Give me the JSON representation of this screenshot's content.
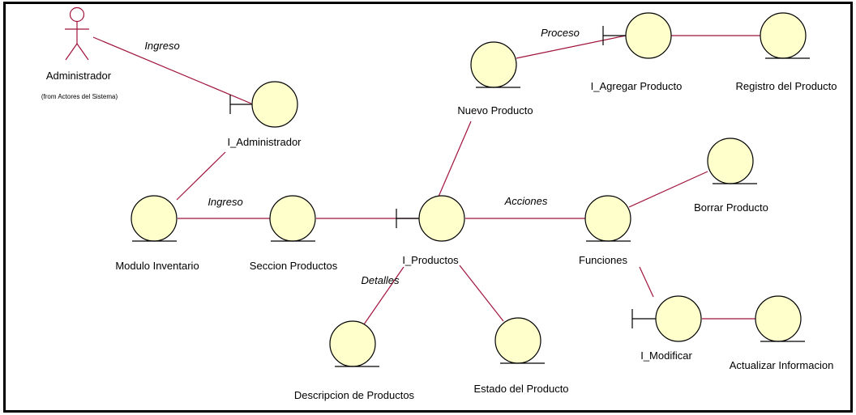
{
  "diagram": {
    "colors": {
      "link": "#a0133c",
      "fill": "#ffffcc",
      "stroke": "#000000",
      "actor": "#a0133c"
    },
    "actor": {
      "name": "Administrador",
      "note": "(from Actores del Sistema)"
    },
    "labels": {
      "i_administrador": "I_Administrador",
      "modulo_inventario": "Modulo Inventario",
      "seccion_productos": "Seccion Productos",
      "i_productos": "I_Productos",
      "nuevo_producto": "Nuevo Producto",
      "i_agregar_producto": "I_Agregar Producto",
      "registro_del_producto": "Registro del Producto",
      "funciones": "Funciones",
      "borrar_producto": "Borrar Producto",
      "i_modificar": "I_Modificar",
      "actualizar_informacion": "Actualizar Informacion",
      "descripcion_de_productos": "Descripcion de Productos",
      "estado_del_producto": "Estado del Producto"
    },
    "link_labels": {
      "ingreso_actor": "Ingreso",
      "ingreso_modulo": "Ingreso",
      "proceso": "Proceso",
      "acciones": "Acciones",
      "detalles": "Detalles"
    }
  }
}
